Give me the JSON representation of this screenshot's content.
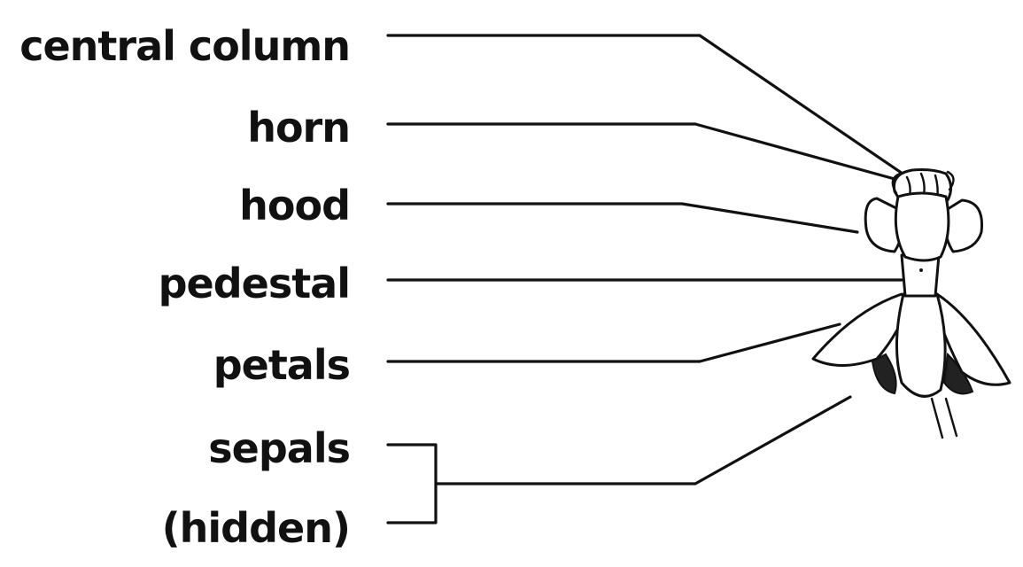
{
  "diagram": {
    "labels": [
      {
        "id": "central-column",
        "text": "central column"
      },
      {
        "id": "horn",
        "text": "horn"
      },
      {
        "id": "hood",
        "text": "hood"
      },
      {
        "id": "pedestal",
        "text": "pedestal"
      },
      {
        "id": "petals",
        "text": "petals"
      },
      {
        "id": "sepals",
        "text": "sepals"
      },
      {
        "id": "hidden",
        "text": "(hidden)"
      }
    ],
    "colors": {
      "ink": "#111111",
      "background": "#ffffff"
    },
    "illustration": "milkweed-flower-icon"
  }
}
